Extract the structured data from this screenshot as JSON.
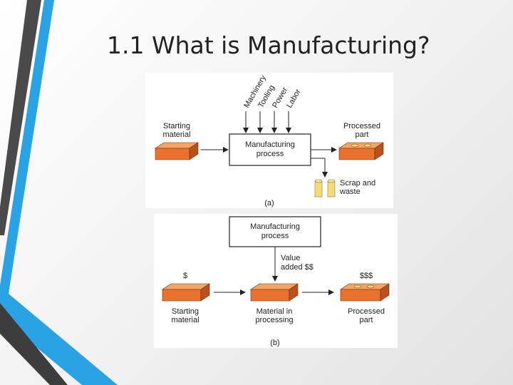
{
  "slide": {
    "title": "1.1 What is Manufacturing?"
  },
  "diagram_a": {
    "caption": "(a)",
    "inputs": [
      "Machinery",
      "Tooling",
      "Power",
      "Labor"
    ],
    "starting_material": [
      "Starting",
      "material"
    ],
    "process": [
      "Manufacturing",
      "process"
    ],
    "processed_part": [
      "Processed",
      "part"
    ],
    "scrap": [
      "Scrap and",
      "waste"
    ]
  },
  "diagram_b": {
    "caption": "(b)",
    "process": [
      "Manufacturing",
      "process"
    ],
    "value_added": [
      "Value",
      "added $$"
    ],
    "cost_start": "$",
    "cost_end": "$$$",
    "starting_material": [
      "Starting",
      "material"
    ],
    "in_processing": [
      "Material in",
      "processing"
    ],
    "processed_part": [
      "Processed",
      "part"
    ]
  },
  "colors": {
    "stripe_blue": "#29a3e3",
    "stripe_dark": "#4a4a4a",
    "brick_front": "#e8722e",
    "brick_top": "#f4a464",
    "brick_side": "#b9521c",
    "scrap_fill": "#f2dc7a"
  }
}
